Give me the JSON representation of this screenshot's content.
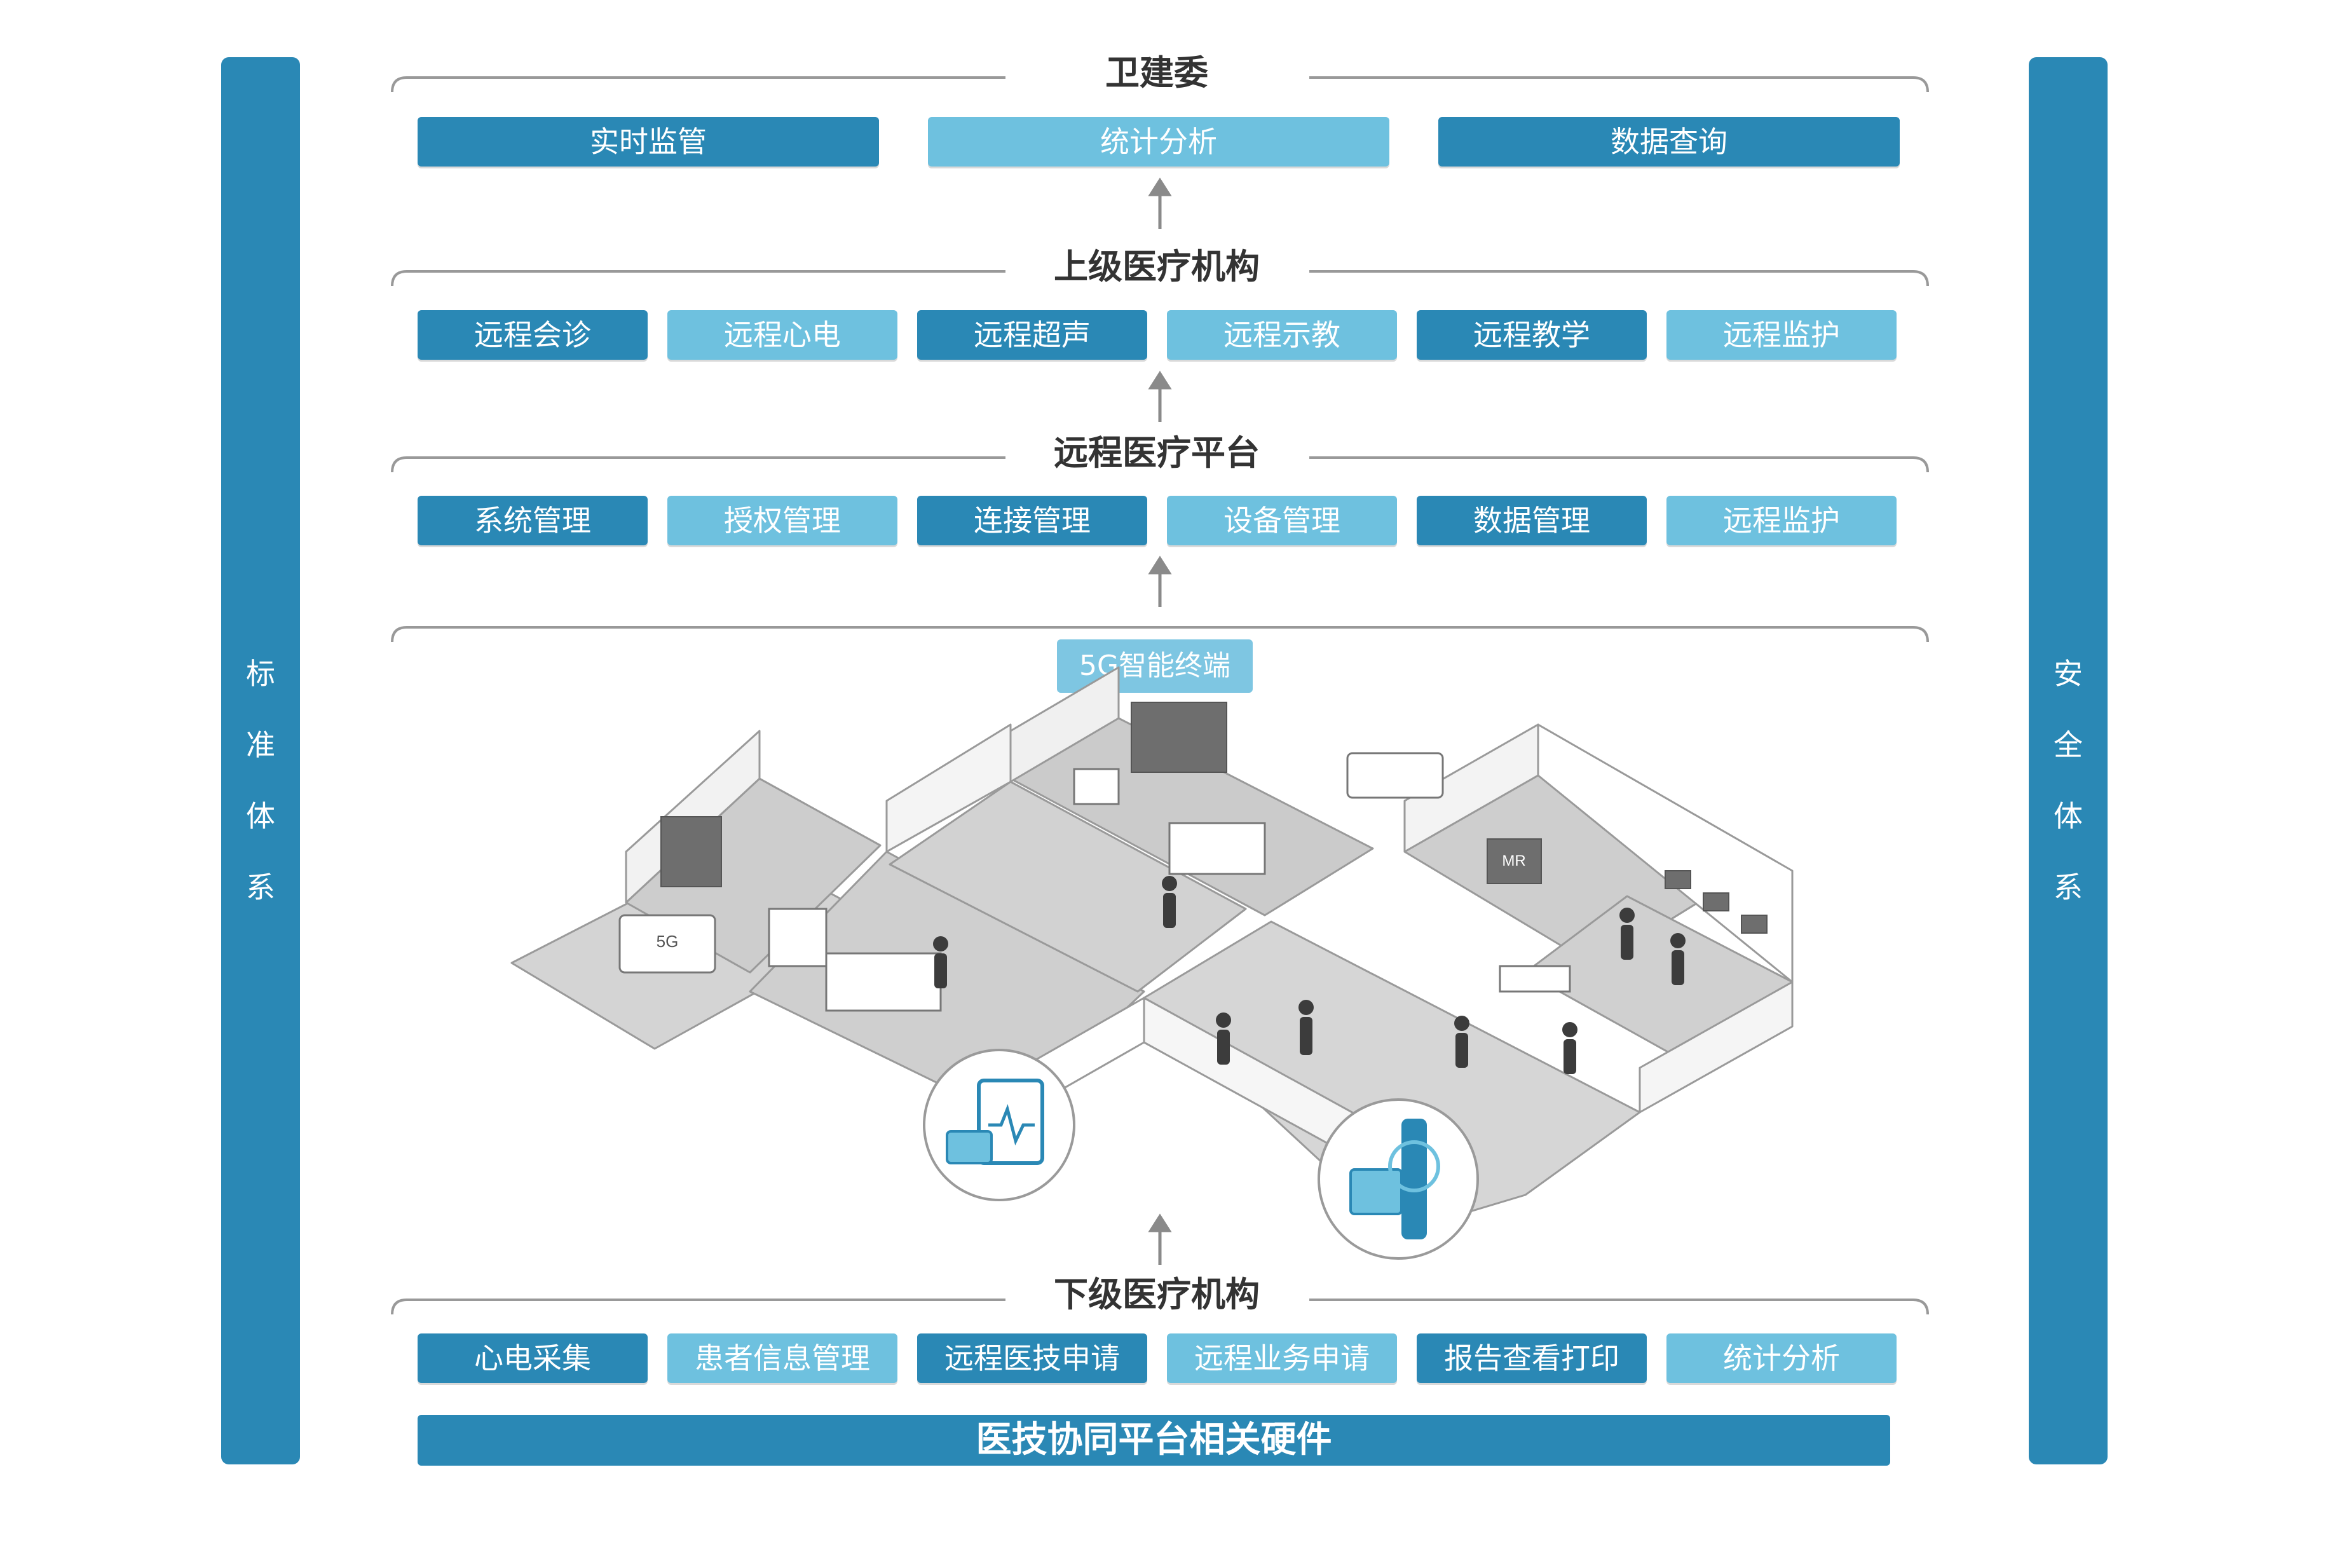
{
  "side_left": [
    "标",
    "准",
    "体",
    "系"
  ],
  "side_right": [
    "安",
    "全",
    "体",
    "系"
  ],
  "layers": {
    "wjw": {
      "title": "卫建委",
      "buttons": [
        {
          "label": "实时监管",
          "tone": "dark"
        },
        {
          "label": "统计分析",
          "tone": "light"
        },
        {
          "label": "数据查询",
          "tone": "dark"
        }
      ]
    },
    "upper": {
      "title": "上级医疗机构",
      "buttons": [
        {
          "label": "远程会诊",
          "tone": "dark"
        },
        {
          "label": "远程心电",
          "tone": "light"
        },
        {
          "label": "远程超声",
          "tone": "dark"
        },
        {
          "label": "远程示教",
          "tone": "light"
        },
        {
          "label": "远程教学",
          "tone": "dark"
        },
        {
          "label": "远程监护",
          "tone": "light"
        }
      ]
    },
    "platform": {
      "title": "远程医疗平台",
      "buttons": [
        {
          "label": "系统管理",
          "tone": "dark"
        },
        {
          "label": "授权管理",
          "tone": "light"
        },
        {
          "label": "连接管理",
          "tone": "dark"
        },
        {
          "label": "设备管理",
          "tone": "light"
        },
        {
          "label": "数据管理",
          "tone": "dark"
        },
        {
          "label": "远程监护",
          "tone": "light"
        }
      ]
    },
    "terminal": {
      "badge": "5G智能终端",
      "truck_plate": "5G",
      "mr_label": "MR"
    },
    "lower": {
      "title": "下级医疗机构",
      "buttons": [
        {
          "label": "心电采集",
          "tone": "dark"
        },
        {
          "label": "患者信息管理",
          "tone": "light"
        },
        {
          "label": "远程医技申请",
          "tone": "dark"
        },
        {
          "label": "远程业务申请",
          "tone": "light"
        },
        {
          "label": "报告查看打印",
          "tone": "dark"
        },
        {
          "label": "统计分析",
          "tone": "light"
        }
      ]
    }
  },
  "footer": "医技协同平台相关硬件",
  "colors": {
    "dark": "#2a88b5",
    "light": "#6ec1df",
    "title": "#333333",
    "line": "#999999"
  }
}
